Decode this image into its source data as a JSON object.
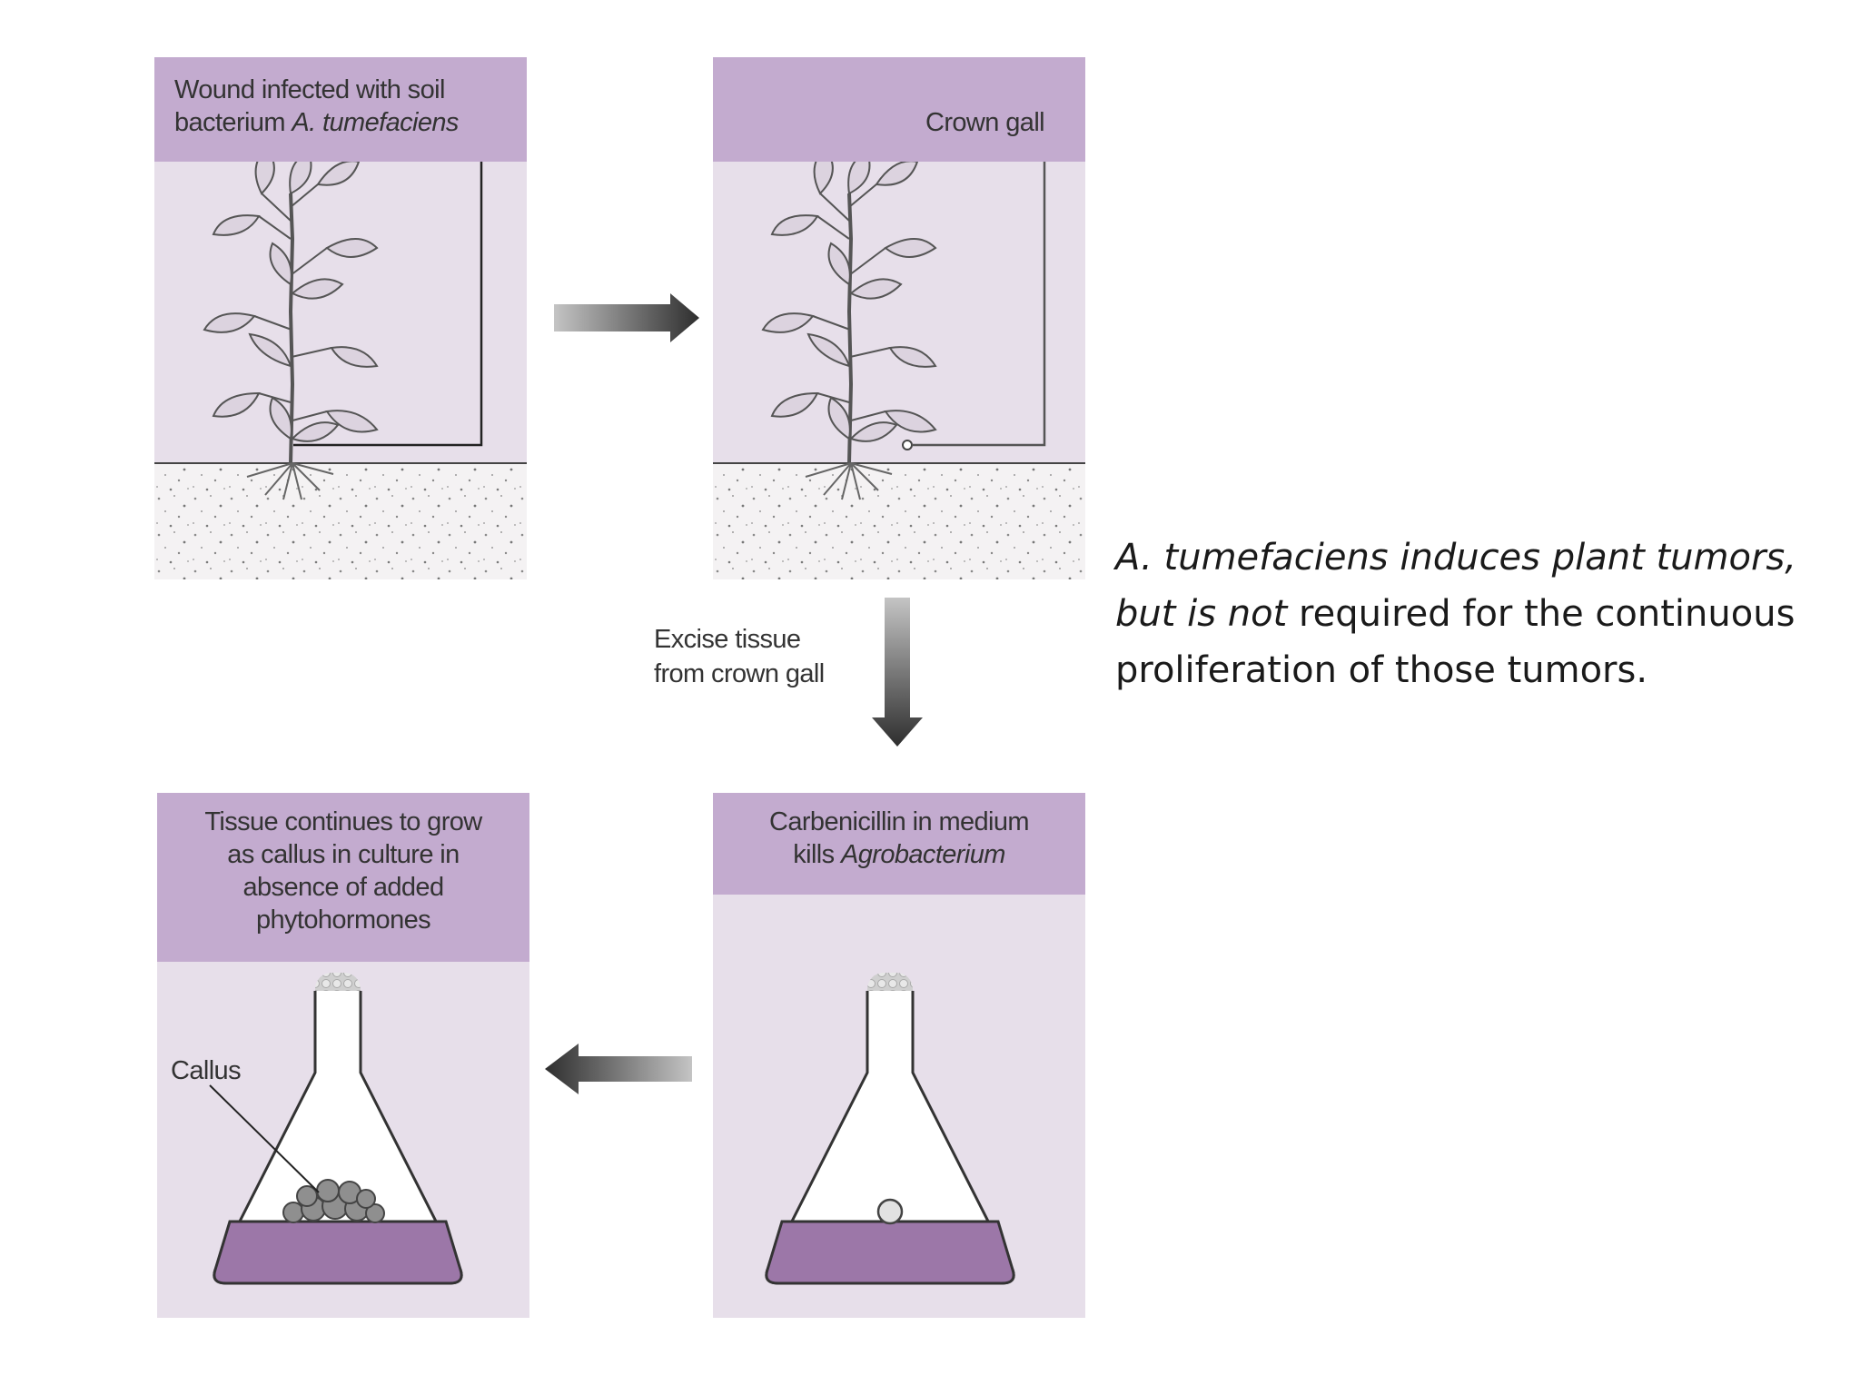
{
  "panels": {
    "wound": {
      "line1": "Wound infected with soil",
      "line2_prefix": "bacterium ",
      "line2_italic": "A. tumefaciens"
    },
    "crown_gall": {
      "label": "Crown gall"
    },
    "carbenicillin": {
      "line1": "Carbenicillin in medium",
      "line2_prefix": "kills ",
      "line2_italic": "Agrobacterium"
    },
    "callus_culture": {
      "line1": "Tissue continues to grow",
      "line2": "as callus in culture in",
      "line3": "absence of added",
      "line4": "phytohormones",
      "callus_label": "Callus"
    }
  },
  "excise": {
    "line1": "Excise tissue",
    "line2": "from crown gall"
  },
  "caption": {
    "line1": "A. tumefaciens induces plant tumors,",
    "line2_italic": "but is not",
    "line2_rest": " required for the continuous",
    "line3": "proliferation of those tumors."
  },
  "colors": {
    "panel_bg": "#e7dfea",
    "header_bg": "#c3abcf",
    "medium": "#9c77a8",
    "arrow_dark": "#2e2e2e"
  }
}
